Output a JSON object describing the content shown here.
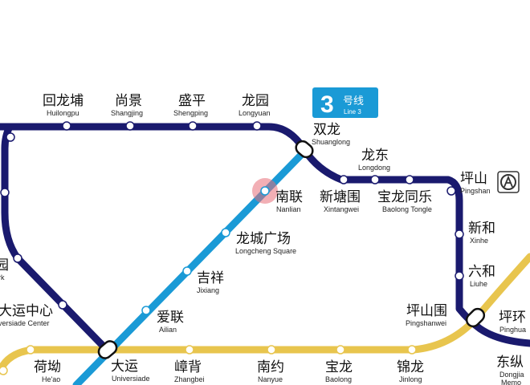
{
  "colors": {
    "line3": "#1a1a6e",
    "line_blue": "#1a9ad6",
    "line_yellow": "#e8c54e",
    "badge": "#1a9ad6",
    "highlight": "#e86e78"
  },
  "line_badge": {
    "number": "3",
    "zh": "号线",
    "en": "Line 3"
  },
  "highlighted_station": "南联",
  "stations": {
    "huilongpu": {
      "zh": "回龙埔",
      "en": "Huilongpu"
    },
    "shangjing": {
      "zh": "尚景",
      "en": "Shangjing"
    },
    "shengping": {
      "zh": "盛平",
      "en": "Shengping"
    },
    "longyuan": {
      "zh": "龙园",
      "en": "Longyuan"
    },
    "shuanglong": {
      "zh": "双龙",
      "en": "Shuanglong"
    },
    "longdong": {
      "zh": "龙东",
      "en": "Longdong"
    },
    "xintangwei": {
      "zh": "新塘围",
      "en": "Xintangwei"
    },
    "baolongtongle": {
      "zh": "宝龙同乐",
      "en": "Baolong Tongle"
    },
    "pingshan": {
      "zh": "坪山",
      "en": "Pingshan"
    },
    "xinhe": {
      "zh": "新和",
      "en": "Xinhe"
    },
    "liuhe": {
      "zh": "六和",
      "en": "Liuhe"
    },
    "pingshanwei": {
      "zh": "坪山围",
      "en": "Pingshanwei"
    },
    "pinghuan": {
      "zh": "坪环",
      "en": "Pinghua"
    },
    "dongzong": {
      "zh": "东纵",
      "en": "Dongjia"
    },
    "dongzong_en2": {
      "en": "Memo"
    },
    "nanlian": {
      "zh": "南联",
      "en": "Nanlian"
    },
    "longchengsquare": {
      "zh": "龙城广场",
      "en": "Longcheng Square"
    },
    "jixiang": {
      "zh": "吉祥",
      "en": "Jixiang"
    },
    "ailian": {
      "zh": "爱联",
      "en": "Ailian"
    },
    "dayun": {
      "zh": "大运",
      "en": "Universiade"
    },
    "dayunzhongxin": {
      "zh": "大运中心",
      "en": "versiade Center"
    },
    "heao": {
      "zh": "荷坳",
      "en": "He'ao"
    },
    "zhangbei": {
      "zh": "嶂背",
      "en": "Zhangbei"
    },
    "nanyue": {
      "zh": "南约",
      "en": "Nanyue"
    },
    "baolong": {
      "zh": "宝龙",
      "en": "Baolong"
    },
    "jinlong": {
      "zh": "锦龙",
      "en": "Jinlong"
    },
    "left_cut_1": {
      "zh": "园",
      "en": "rk"
    }
  },
  "icons": {
    "railway_station": "railway-station-icon"
  }
}
